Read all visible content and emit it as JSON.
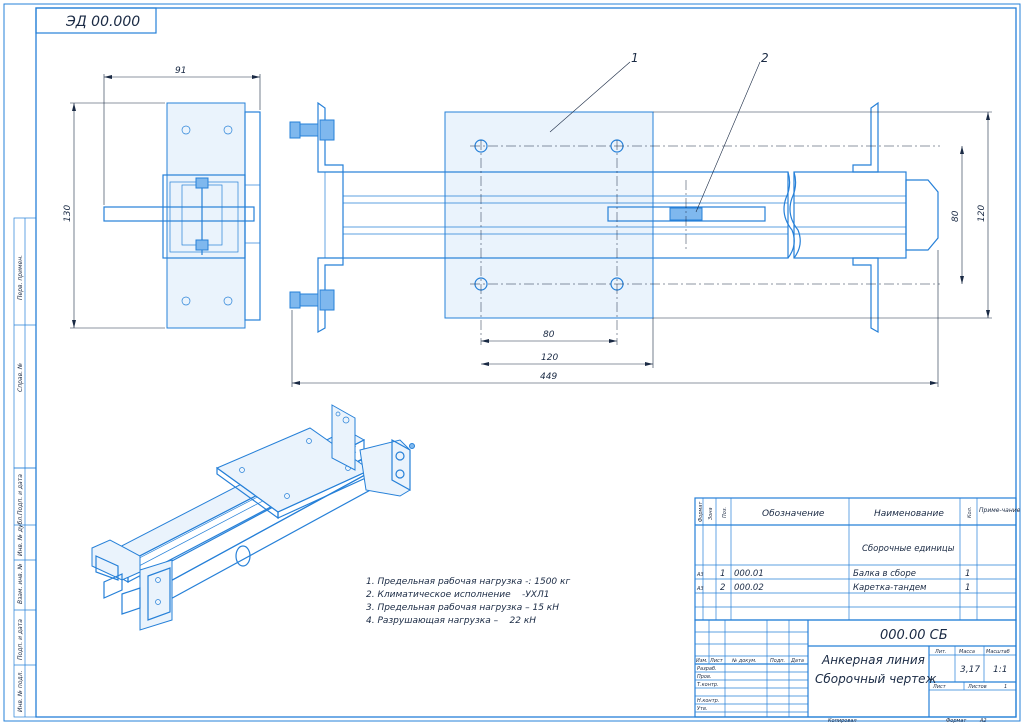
{
  "drawing": {
    "doc_code": "ЭД 00.000",
    "callouts": [
      "1",
      "2"
    ],
    "dimensions": {
      "side_width": "91",
      "side_height": "130",
      "bolt_span": "80",
      "plate_width": "120",
      "total_length": "449",
      "beam_height": "80",
      "end_height": "120"
    },
    "notes": [
      "1. Предельная рабочая нагрузка -: 1500 кг",
      "2. Климатическое исполнение    -УХЛ1",
      "3. Предельная рабочая нагрузка – 15 кН",
      "4. Разрушающая нагрузка –    22 кН"
    ],
    "side_stamp": [
      "Перв. примен.",
      "Справ. №",
      "Подп. и дата",
      "Инв. № дубл.",
      "Взам. инв. №",
      "Подп. и дата",
      "Инв. № подл."
    ]
  },
  "spec": {
    "headers": {
      "format": "Формат",
      "zone": "Зона",
      "pos": "Поз.",
      "designation": "Обозначение",
      "name": "Наименование",
      "qty": "Кол.",
      "note": "Приме-чание"
    },
    "section": "Сборочные единицы",
    "rows": [
      {
        "format": "А3",
        "pos": "1",
        "designation": "000.01",
        "name": "Балка в сборе",
        "qty": "1"
      },
      {
        "format": "А3",
        "pos": "2",
        "designation": "000.02",
        "name": "Каретка-тандем",
        "qty": "1"
      }
    ]
  },
  "title_block": {
    "code": "000.00 СБ",
    "title_line1": "Анкерная линия",
    "title_line2": "Сборочный чертеж",
    "lit_label": "Лит.",
    "mass_label": "Масса",
    "scale_label": "Масштаб",
    "mass": "3,17",
    "scale": "1:1",
    "sheet_label": "Лист",
    "sheets_label": "Листов",
    "sheets_value": "1",
    "cols": [
      "Изм.",
      "Лист",
      "№ докум.",
      "Подп.",
      "Дата"
    ],
    "roles": [
      "Разраб.",
      "Пров.",
      "Т.контр.",
      "",
      "Н.контр.",
      "Утв."
    ],
    "copied": "Копировал",
    "format_label": "Формат",
    "format_value": "А2"
  }
}
